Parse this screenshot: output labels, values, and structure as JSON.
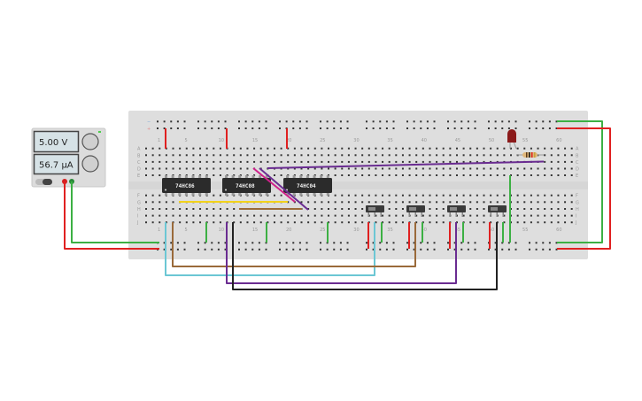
{
  "power_supply": {
    "voltage_display": "5.00 V",
    "current_display": "56.7 µA",
    "on_indicator_color": "#4ccf4c"
  },
  "breadboard": {
    "row_letters_top": [
      "A",
      "B",
      "C",
      "D",
      "E"
    ],
    "row_letters_bottom": [
      "F",
      "G",
      "H",
      "I",
      "J"
    ],
    "column_numbers": [
      "1",
      "5",
      "10",
      "15",
      "20",
      "25",
      "30",
      "35",
      "40",
      "45",
      "50",
      "55",
      "60"
    ],
    "rail_symbols": {
      "minus": "−",
      "plus": "+"
    }
  },
  "chips": [
    {
      "label": "74HC86"
    },
    {
      "label": "74HC08"
    },
    {
      "label": "74HC04"
    }
  ],
  "components": {
    "led_color": "#8b1a1a",
    "resistor": "resistor",
    "switch_count": 4
  },
  "wire_colors": {
    "red": "#e02020",
    "green": "#3cb043",
    "purple": "#6a2c91",
    "magenta": "#d0208a",
    "yellow": "#f2d21b",
    "brown": "#9a6a3a",
    "cyan": "#6cc7d4",
    "black": "#222222"
  }
}
